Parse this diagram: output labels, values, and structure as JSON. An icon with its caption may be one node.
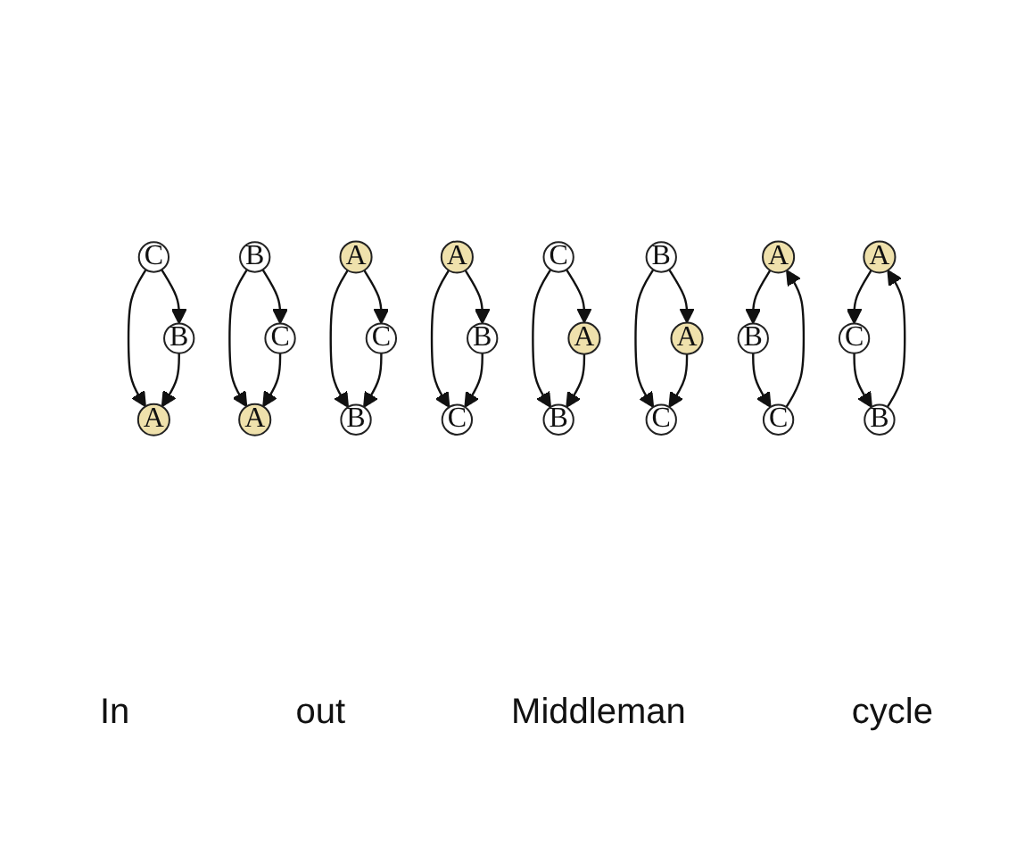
{
  "diagram": {
    "nodes": [
      {
        "text": [
          "C"
        ]
      },
      {
        "text": [
          "B"
        ]
      },
      {
        "text": [
          "A"
        ]
      },
      {
        "text": [
          "B"
        ]
      },
      {
        "text": [
          "C"
        ]
      },
      {
        "text": [
          "A"
        ]
      },
      {
        "text": [
          "A"
        ]
      },
      {
        "text": [
          "C"
        ]
      },
      {
        "text": [
          "B"
        ]
      },
      {
        "text": [
          "A"
        ]
      },
      {
        "text": [
          "B"
        ]
      },
      {
        "text": [
          "C"
        ]
      },
      {
        "text": [
          "C"
        ]
      },
      {
        "text": [
          "A"
        ]
      },
      {
        "text": [
          "B"
        ]
      },
      {
        "text": [
          "B"
        ]
      },
      {
        "text": [
          "A"
        ]
      },
      {
        "text": [
          "C"
        ]
      },
      {
        "text": [
          "A"
        ]
      },
      {
        "text": [
          "B"
        ]
      },
      {
        "text": [
          "C"
        ]
      },
      {
        "text": [
          "A"
        ]
      },
      {
        "text": [
          "C"
        ]
      },
      {
        "text": [
          "B"
        ]
      }
    ],
    "edges": [
      {
        "from": 0,
        "to": 1,
        "arrow": "to"
      },
      {
        "from": 0,
        "to": 2,
        "arrow": "to"
      },
      {
        "from": 1,
        "to": 2,
        "arrow": "to"
      },
      {
        "from": 3,
        "to": 5,
        "arrow": "to"
      },
      {
        "from": 3,
        "to": 4,
        "arrow": "to"
      },
      {
        "from": 4,
        "to": 5,
        "arrow": "to"
      },
      {
        "from": 6,
        "to": 8,
        "arrow": "to"
      },
      {
        "from": 6,
        "to": 7,
        "arrow": "to"
      },
      {
        "from": 7,
        "to": 8,
        "arrow": "to"
      },
      {
        "from": 9,
        "to": 10,
        "arrow": "to"
      },
      {
        "from": 9,
        "to": 11,
        "arrow": "to"
      },
      {
        "from": 10,
        "to": 11,
        "arrow": "to"
      },
      {
        "from": 12,
        "to": 13,
        "arrow": "to"
      },
      {
        "from": 12,
        "to": 14,
        "arrow": "to"
      },
      {
        "from": 13,
        "to": 14,
        "arrow": "to"
      },
      {
        "from": 15,
        "to": 16,
        "arrow": "to"
      },
      {
        "from": 15,
        "to": 17,
        "arrow": "to"
      },
      {
        "from": 16,
        "to": 17,
        "arrow": "to"
      },
      {
        "from": 18,
        "to": 19,
        "arrow": "to"
      },
      {
        "from": 19,
        "to": 20,
        "arrow": "to"
      },
      {
        "from": 20,
        "to": 18,
        "arrow": "to"
      },
      {
        "from": 21,
        "to": 22,
        "arrow": "to"
      },
      {
        "from": 22,
        "to": 23,
        "arrow": "to"
      },
      {
        "from": 23,
        "to": 21,
        "arrow": "to"
      }
    ],
    "labels": [
      "In",
      "out",
      "Middleman",
      "cycle"
    ]
  }
}
